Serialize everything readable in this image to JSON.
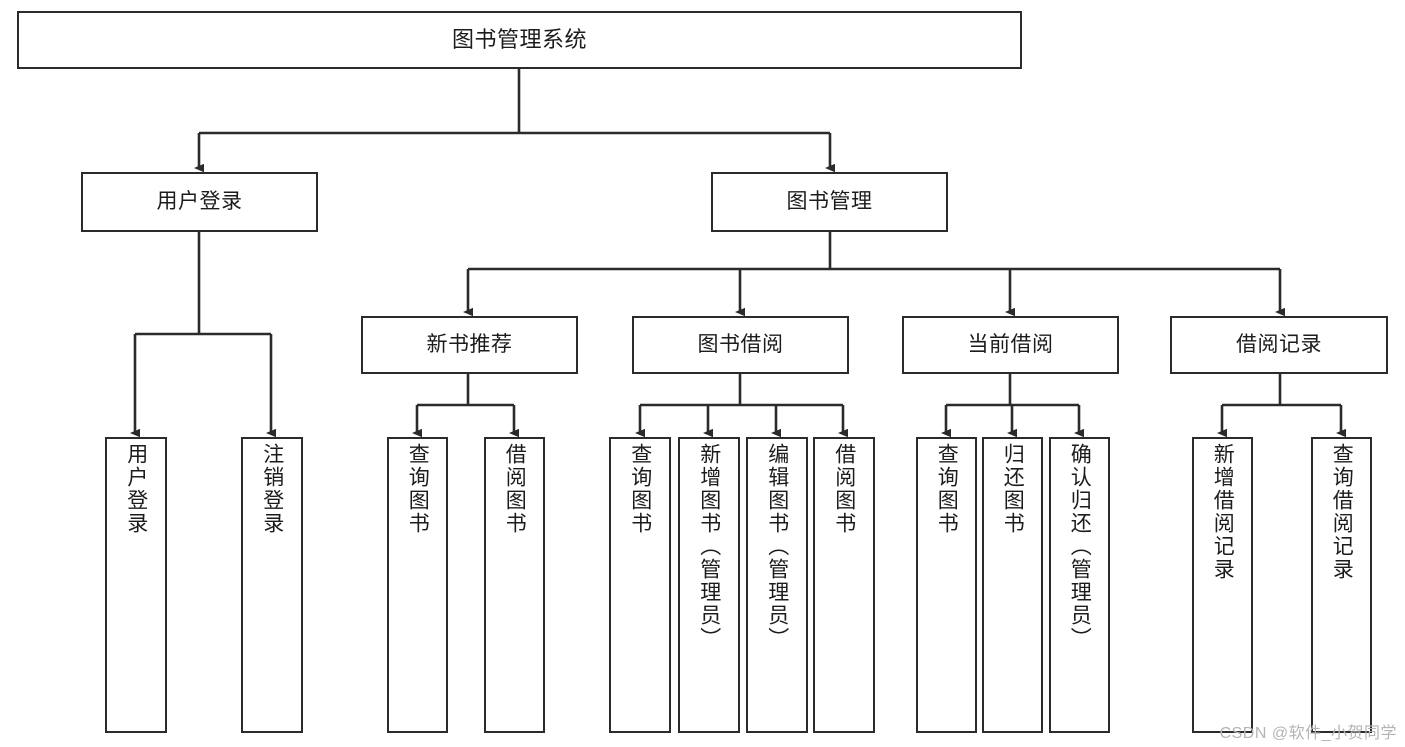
{
  "diagram": {
    "title": "图书管理系统",
    "type": "tree-hierarchy",
    "watermark": "CSDN @软件_小贺同学",
    "colors": {
      "stroke": "#2b2b2b",
      "fill": "#ffffff",
      "text": "#1c1c1c",
      "watermark": "#b4b4b4"
    },
    "levels": {
      "root": {
        "label": "图书管理系统"
      },
      "level1": [
        {
          "label": "用户登录"
        },
        {
          "label": "图书管理"
        }
      ],
      "level2": [
        {
          "label": "新书推荐"
        },
        {
          "label": "图书借阅"
        },
        {
          "label": "当前借阅"
        },
        {
          "label": "借阅记录"
        }
      ],
      "leaves": {
        "user_login": [
          {
            "label": "用户登录"
          },
          {
            "label": "注销登录"
          }
        ],
        "new_book_recommend": [
          {
            "label": "查询图书"
          },
          {
            "label": "借阅图书"
          }
        ],
        "book_borrow": [
          {
            "label": "查询图书"
          },
          {
            "label": "新增图书（管理员）"
          },
          {
            "label": "编辑图书（管理员）"
          },
          {
            "label": "借阅图书"
          }
        ],
        "current_borrow": [
          {
            "label": "查询图书"
          },
          {
            "label": "归还图书"
          },
          {
            "label": "确认归还（管理员）"
          }
        ],
        "borrow_record": [
          {
            "label": "新增借阅记录"
          },
          {
            "label": "查询借阅记录"
          }
        ]
      }
    }
  }
}
